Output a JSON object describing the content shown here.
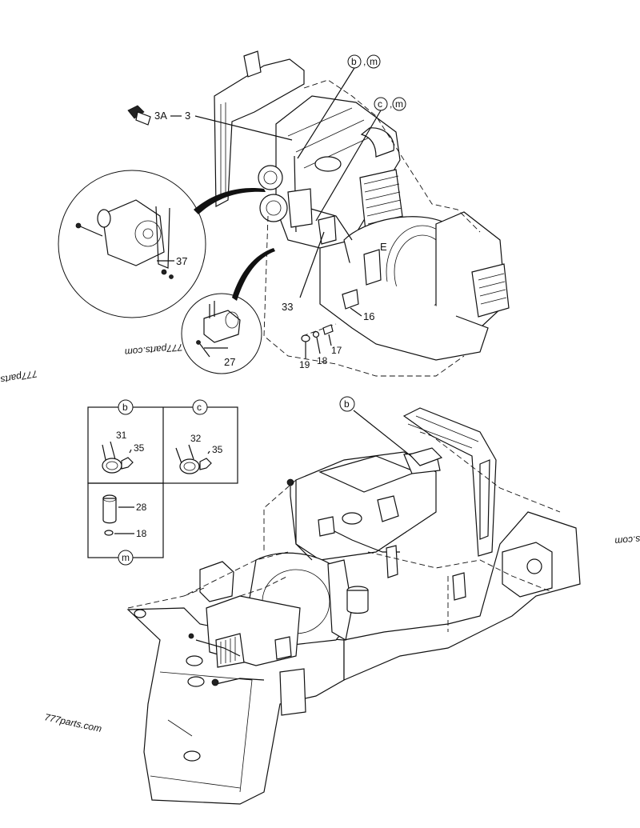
{
  "callouts": {
    "c3A": "3A",
    "c3": "3",
    "c37": "37",
    "c27": "27",
    "c33": "33",
    "c16": "16",
    "c17": "17",
    "c18": "18",
    "c19": "19",
    "cE": "E",
    "bm_b": "b",
    "bm_sep": ",",
    "bm_m": "m",
    "cm_c": "c",
    "cm_sep": ",",
    "cm_m": "m",
    "b_lower": "b"
  },
  "detail_box": {
    "header_b": "b",
    "header_c": "c",
    "footer_m": "m",
    "b_parts": [
      "31",
      "35"
    ],
    "c_parts": [
      "32",
      "35"
    ],
    "m_parts": [
      "28",
      "18"
    ]
  },
  "watermarks": {
    "w1": "777parts.com",
    "w2": "777parts",
    "w3": "777parts.com",
    "w4": "s.com"
  }
}
